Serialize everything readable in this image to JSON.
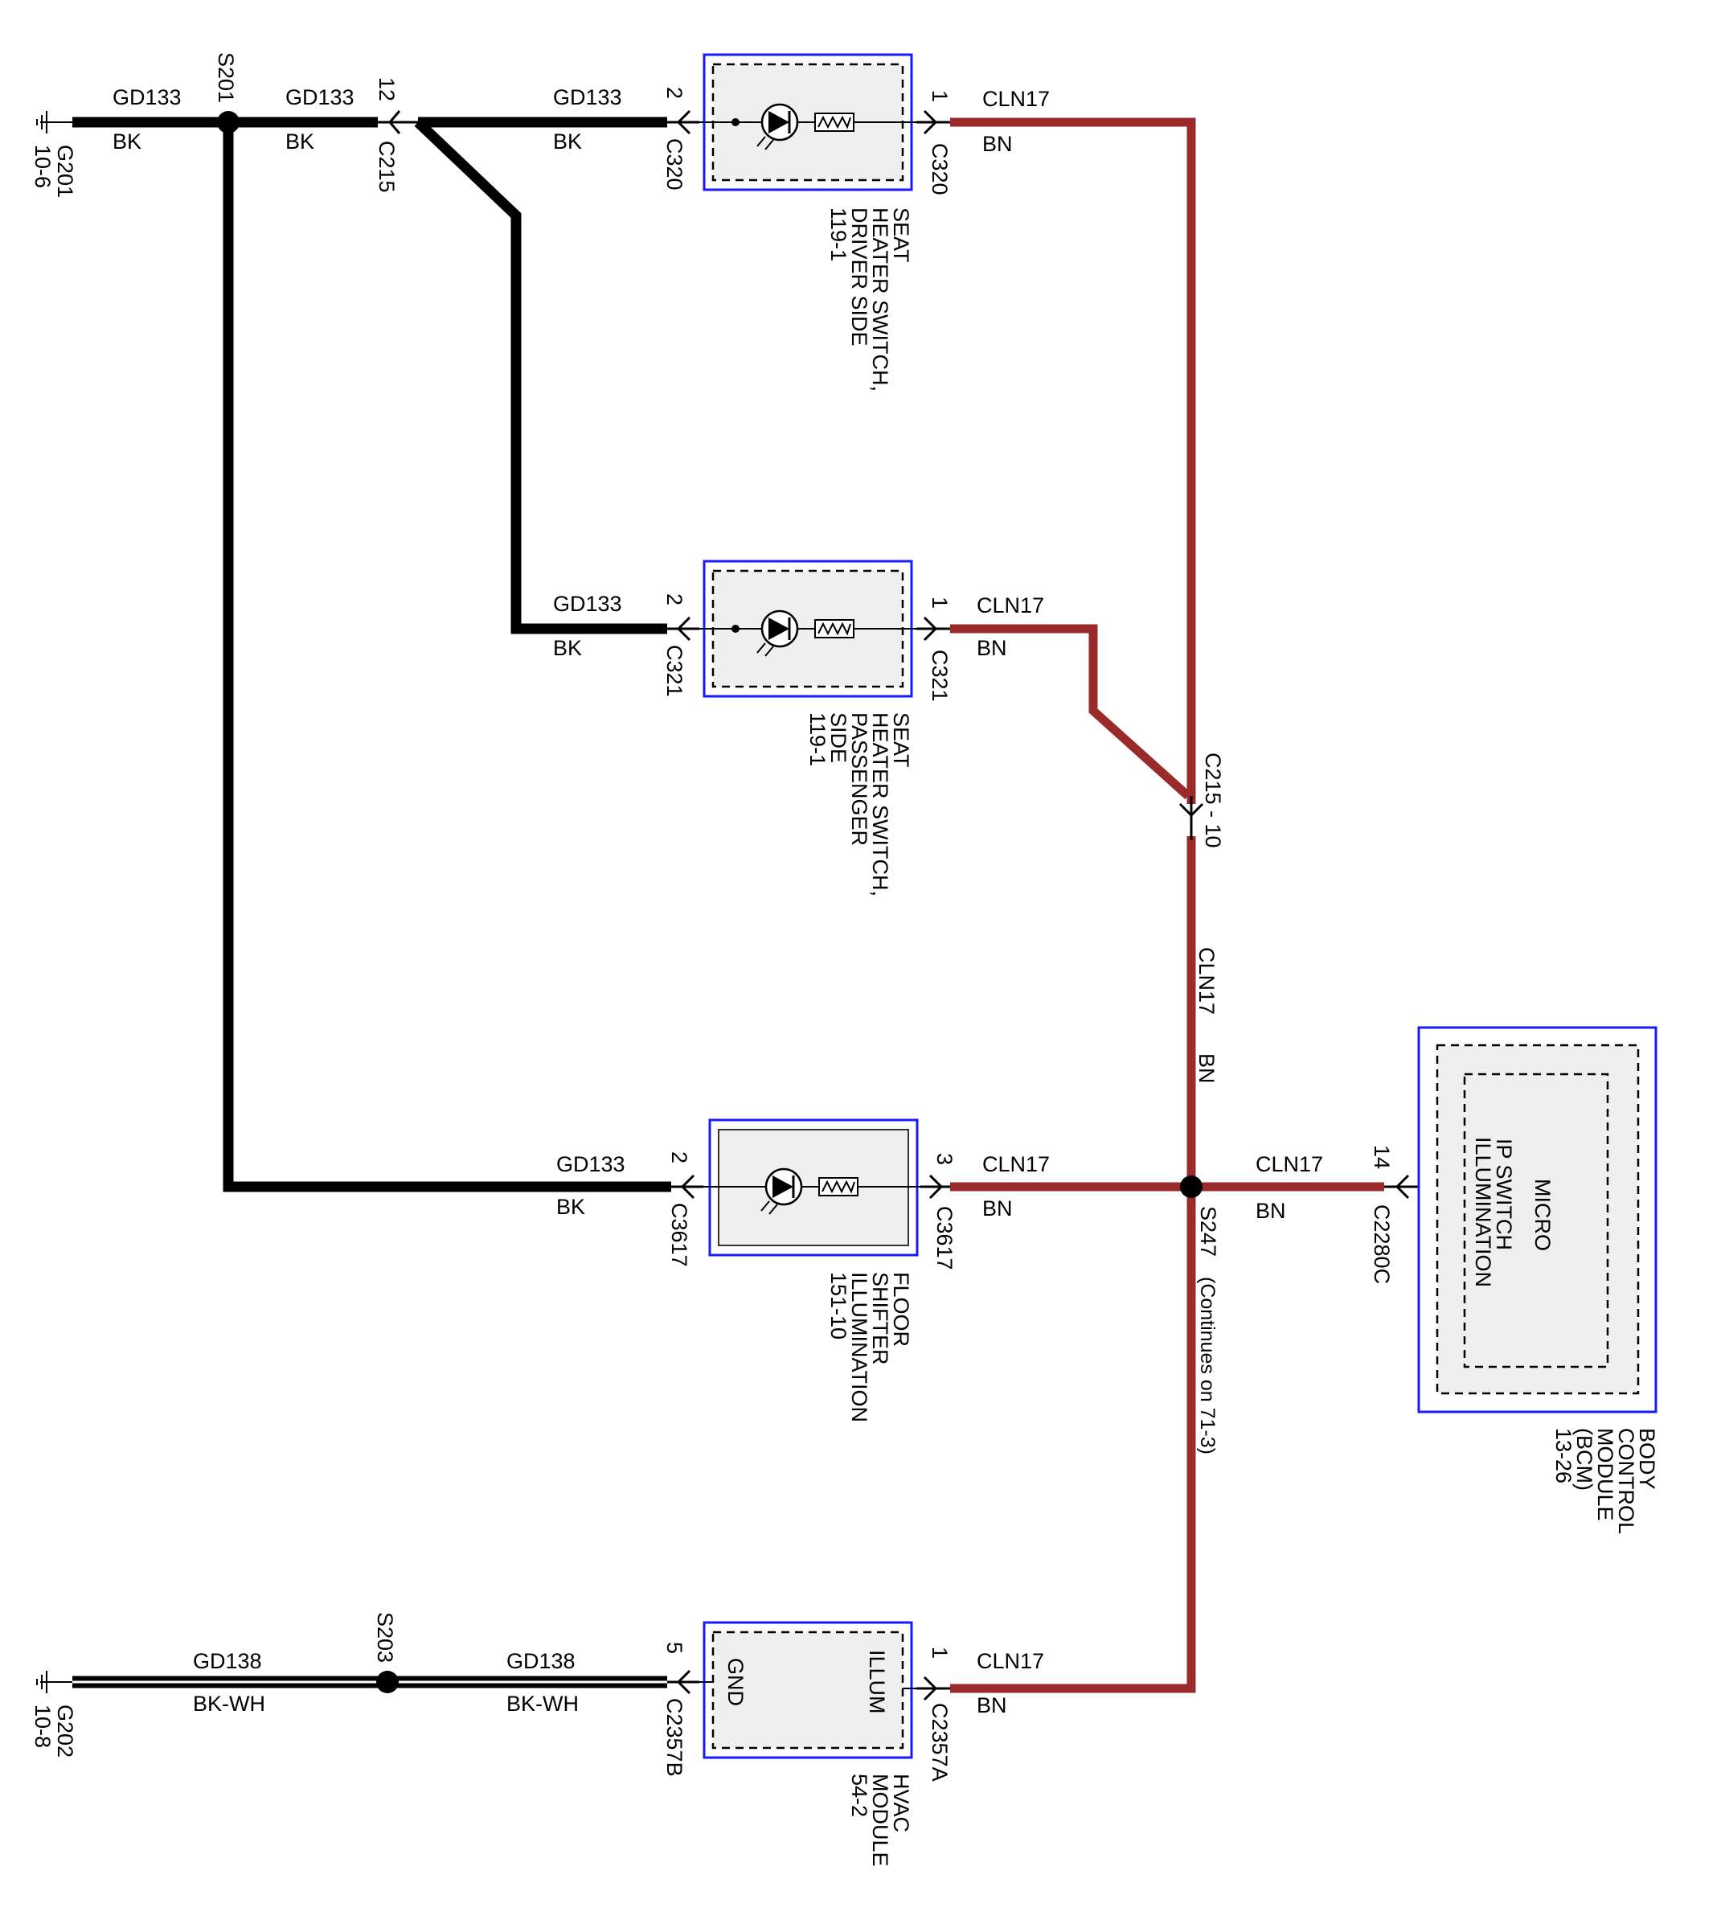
{
  "grounds": {
    "g201": {
      "id": "G201",
      "page": "10-6"
    },
    "g202": {
      "id": "G202",
      "page": "10-8"
    }
  },
  "splices": {
    "s201": "S201",
    "s203": "S203",
    "s247": "S247",
    "s247_note": "(Continues on 71-3)"
  },
  "connectors": {
    "c215_pin": "12",
    "c215": "C215",
    "c215_10": "C215 - 10",
    "c320_pin2": "2",
    "c320_a": "C320",
    "c320_pin1": "1",
    "c320_b": "C320",
    "c321_pin2": "2",
    "c321_a": "C321",
    "c321_pin1": "1",
    "c321_b": "C321",
    "c3617_pin2": "2",
    "c3617_a": "C3617",
    "c3617_pin3": "3",
    "c3617_b": "C3617",
    "c2280c_pin": "14",
    "c2280c": "C2280C",
    "c2357b_pin": "5",
    "c2357b": "C2357B",
    "c2357a_pin": "1",
    "c2357a": "C2357A"
  },
  "wires": {
    "gd133": "GD133",
    "bk": "BK",
    "cln17": "CLN17",
    "bn": "BN",
    "gd138": "GD138",
    "bk_wh": "BK-WH"
  },
  "components": {
    "driver": {
      "line1": "SEAT",
      "line2": "HEATER SWITCH,",
      "line3": "DRIVER SIDE",
      "ref": "119-1"
    },
    "passenger": {
      "line1": "SEAT",
      "line2": "HEATER SWITCH,",
      "line3": "PASSENGER",
      "line4": "SIDE",
      "ref": "119-1"
    },
    "floor": {
      "line1": "FLOOR",
      "line2": "SHIFTER",
      "line3": "ILLUMINATION",
      "ref": "151-10"
    },
    "hvac": {
      "line1": "HVAC",
      "line2": "MODULE",
      "ref": "54-2",
      "pin_gnd": "GND",
      "pin_illum": "ILLUM"
    },
    "bcm": {
      "line1": "BODY",
      "line2": "CONTROL",
      "line3": "MODULE",
      "line4": "(BCM)",
      "ref": "13-26",
      "inner1": "MICRO",
      "inner2": "IP SWITCH",
      "inner3": "ILLUMINATION"
    }
  },
  "colors": {
    "ground_wire": "#000000",
    "illum_wire": "#9b2a2a",
    "module_border": "#1a1aff"
  }
}
